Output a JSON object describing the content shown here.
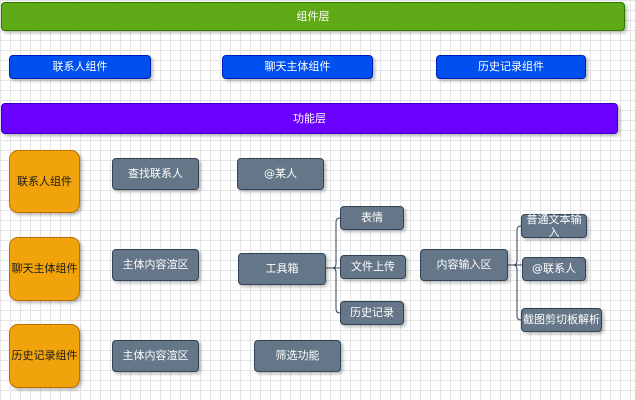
{
  "layers": {
    "component_layer": "组件层",
    "function_layer": "功能层"
  },
  "components": {
    "contacts": "联系人组件",
    "chat_body": "聊天主体组件",
    "history": "历史记录组件"
  },
  "side_components": {
    "contacts": "联系人组件",
    "chat_body": "聊天主体组件",
    "history": "历史记录组件"
  },
  "functions": {
    "find_contact": "查找联系人",
    "mention": "@某人",
    "chat_content_area": "主体内容渲区",
    "toolbar": "工具箱",
    "emoji": "表情",
    "file_upload": "文件上传",
    "chat_history": "历史记录",
    "input_area": "内容输入区",
    "plain_text_input": "普通文本输入",
    "at_contact": "@联系人",
    "clipboard_parse": "截图剪切板解析",
    "history_content_area": "主体内容渲区",
    "filter": "筛选功能"
  },
  "colors": {
    "component_layer": "#60a917",
    "function_layer": "#6a00ff",
    "component_blue": "#0050ef",
    "side_orange": "#f0a30a",
    "function_gray": "#647687",
    "edge": "#314354"
  }
}
